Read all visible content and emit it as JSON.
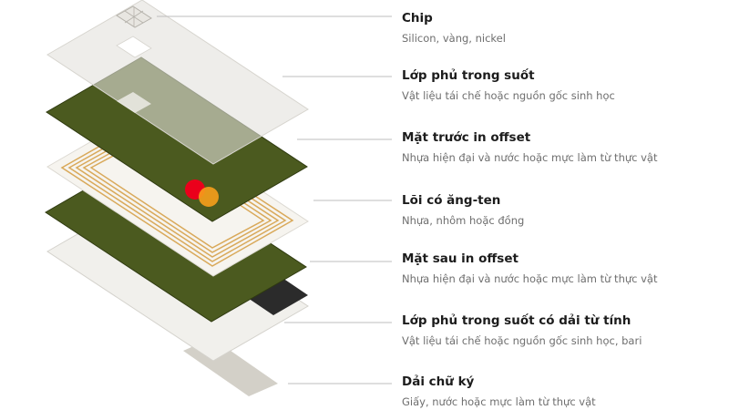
{
  "layers": [
    {
      "name": "Chip",
      "description": "Silicon, vàng, nickel"
    },
    {
      "name": "Lớp phủ trong suốt",
      "description": "Vật liệu tái chế hoặc nguồn gốc sinh học"
    },
    {
      "name": "Mặt trước in offset",
      "description": "Nhựa hiện đại và nước hoặc mực làm từ thực vật"
    },
    {
      "name": "Lõi có ăng-ten",
      "description": "Nhựa, nhôm hoặc đồng"
    },
    {
      "name": "Mặt sau in offset",
      "description": "Nhựa hiện đại và nước hoặc mực làm từ thực vật"
    },
    {
      "name": "Lớp phủ trong suốt có dải từ tính",
      "description": "Vật liệu tái chế hoặc nguồn gốc sinh học, bari"
    },
    {
      "name": "Dải chữ ký",
      "description": "Giấy, nước hoặc mực làm từ thực vật"
    }
  ],
  "colors": {
    "card_green": "#4b5a1f",
    "card_green_edge": "#2f3a10",
    "overlay_fill": "#e3e1dc",
    "core_fill": "#f6f4ef",
    "antenna": "#d9a95a",
    "signature_strip": "#d3d0c8",
    "magnetic_stripe": "#2b2b2b",
    "mastercard_red": "#eb001b",
    "mastercard_orange": "#f79e1b",
    "leader_line": "#bdbdbd",
    "label_text": "#1c1c1c",
    "desc_text": "#6e6e6e"
  },
  "icons": [
    "emv-chip-icon",
    "mastercard-logo-icon",
    "antenna-coil-icon",
    "magnetic-stripe-icon"
  ]
}
